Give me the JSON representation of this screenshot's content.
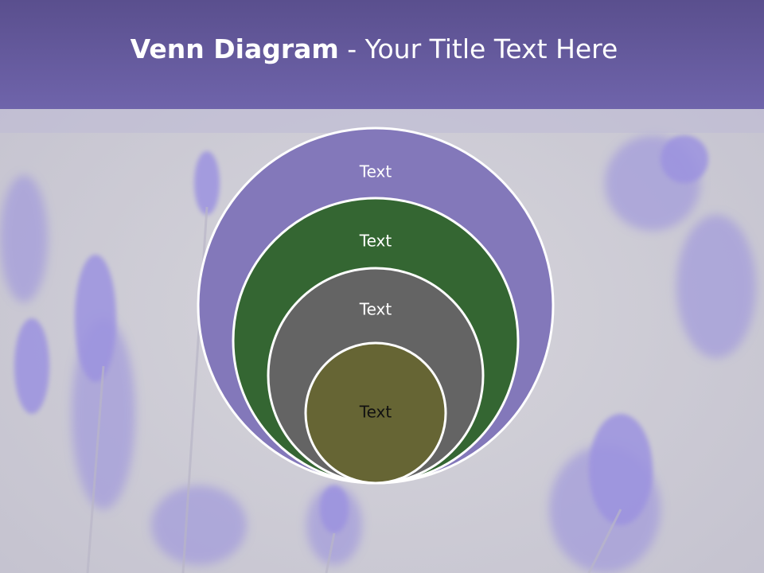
{
  "slide": {
    "title_bold": "Venn Diagram",
    "title_rest": " - Your Title Text Here"
  },
  "diagram": {
    "circles": [
      {
        "label": "Text",
        "fill": "#8378ba",
        "text_color": "#ffffff"
      },
      {
        "label": "Text",
        "fill": "#346632",
        "text_color": "#ffffff"
      },
      {
        "label": "Text",
        "fill": "#646464",
        "text_color": "#ffffff"
      },
      {
        "label": "Text",
        "fill": "#666534",
        "text_color": "#111111"
      }
    ]
  },
  "colors": {
    "title_bar": "#6a5fa6",
    "background": "#cfced6",
    "lavender": "#9b93d6"
  }
}
